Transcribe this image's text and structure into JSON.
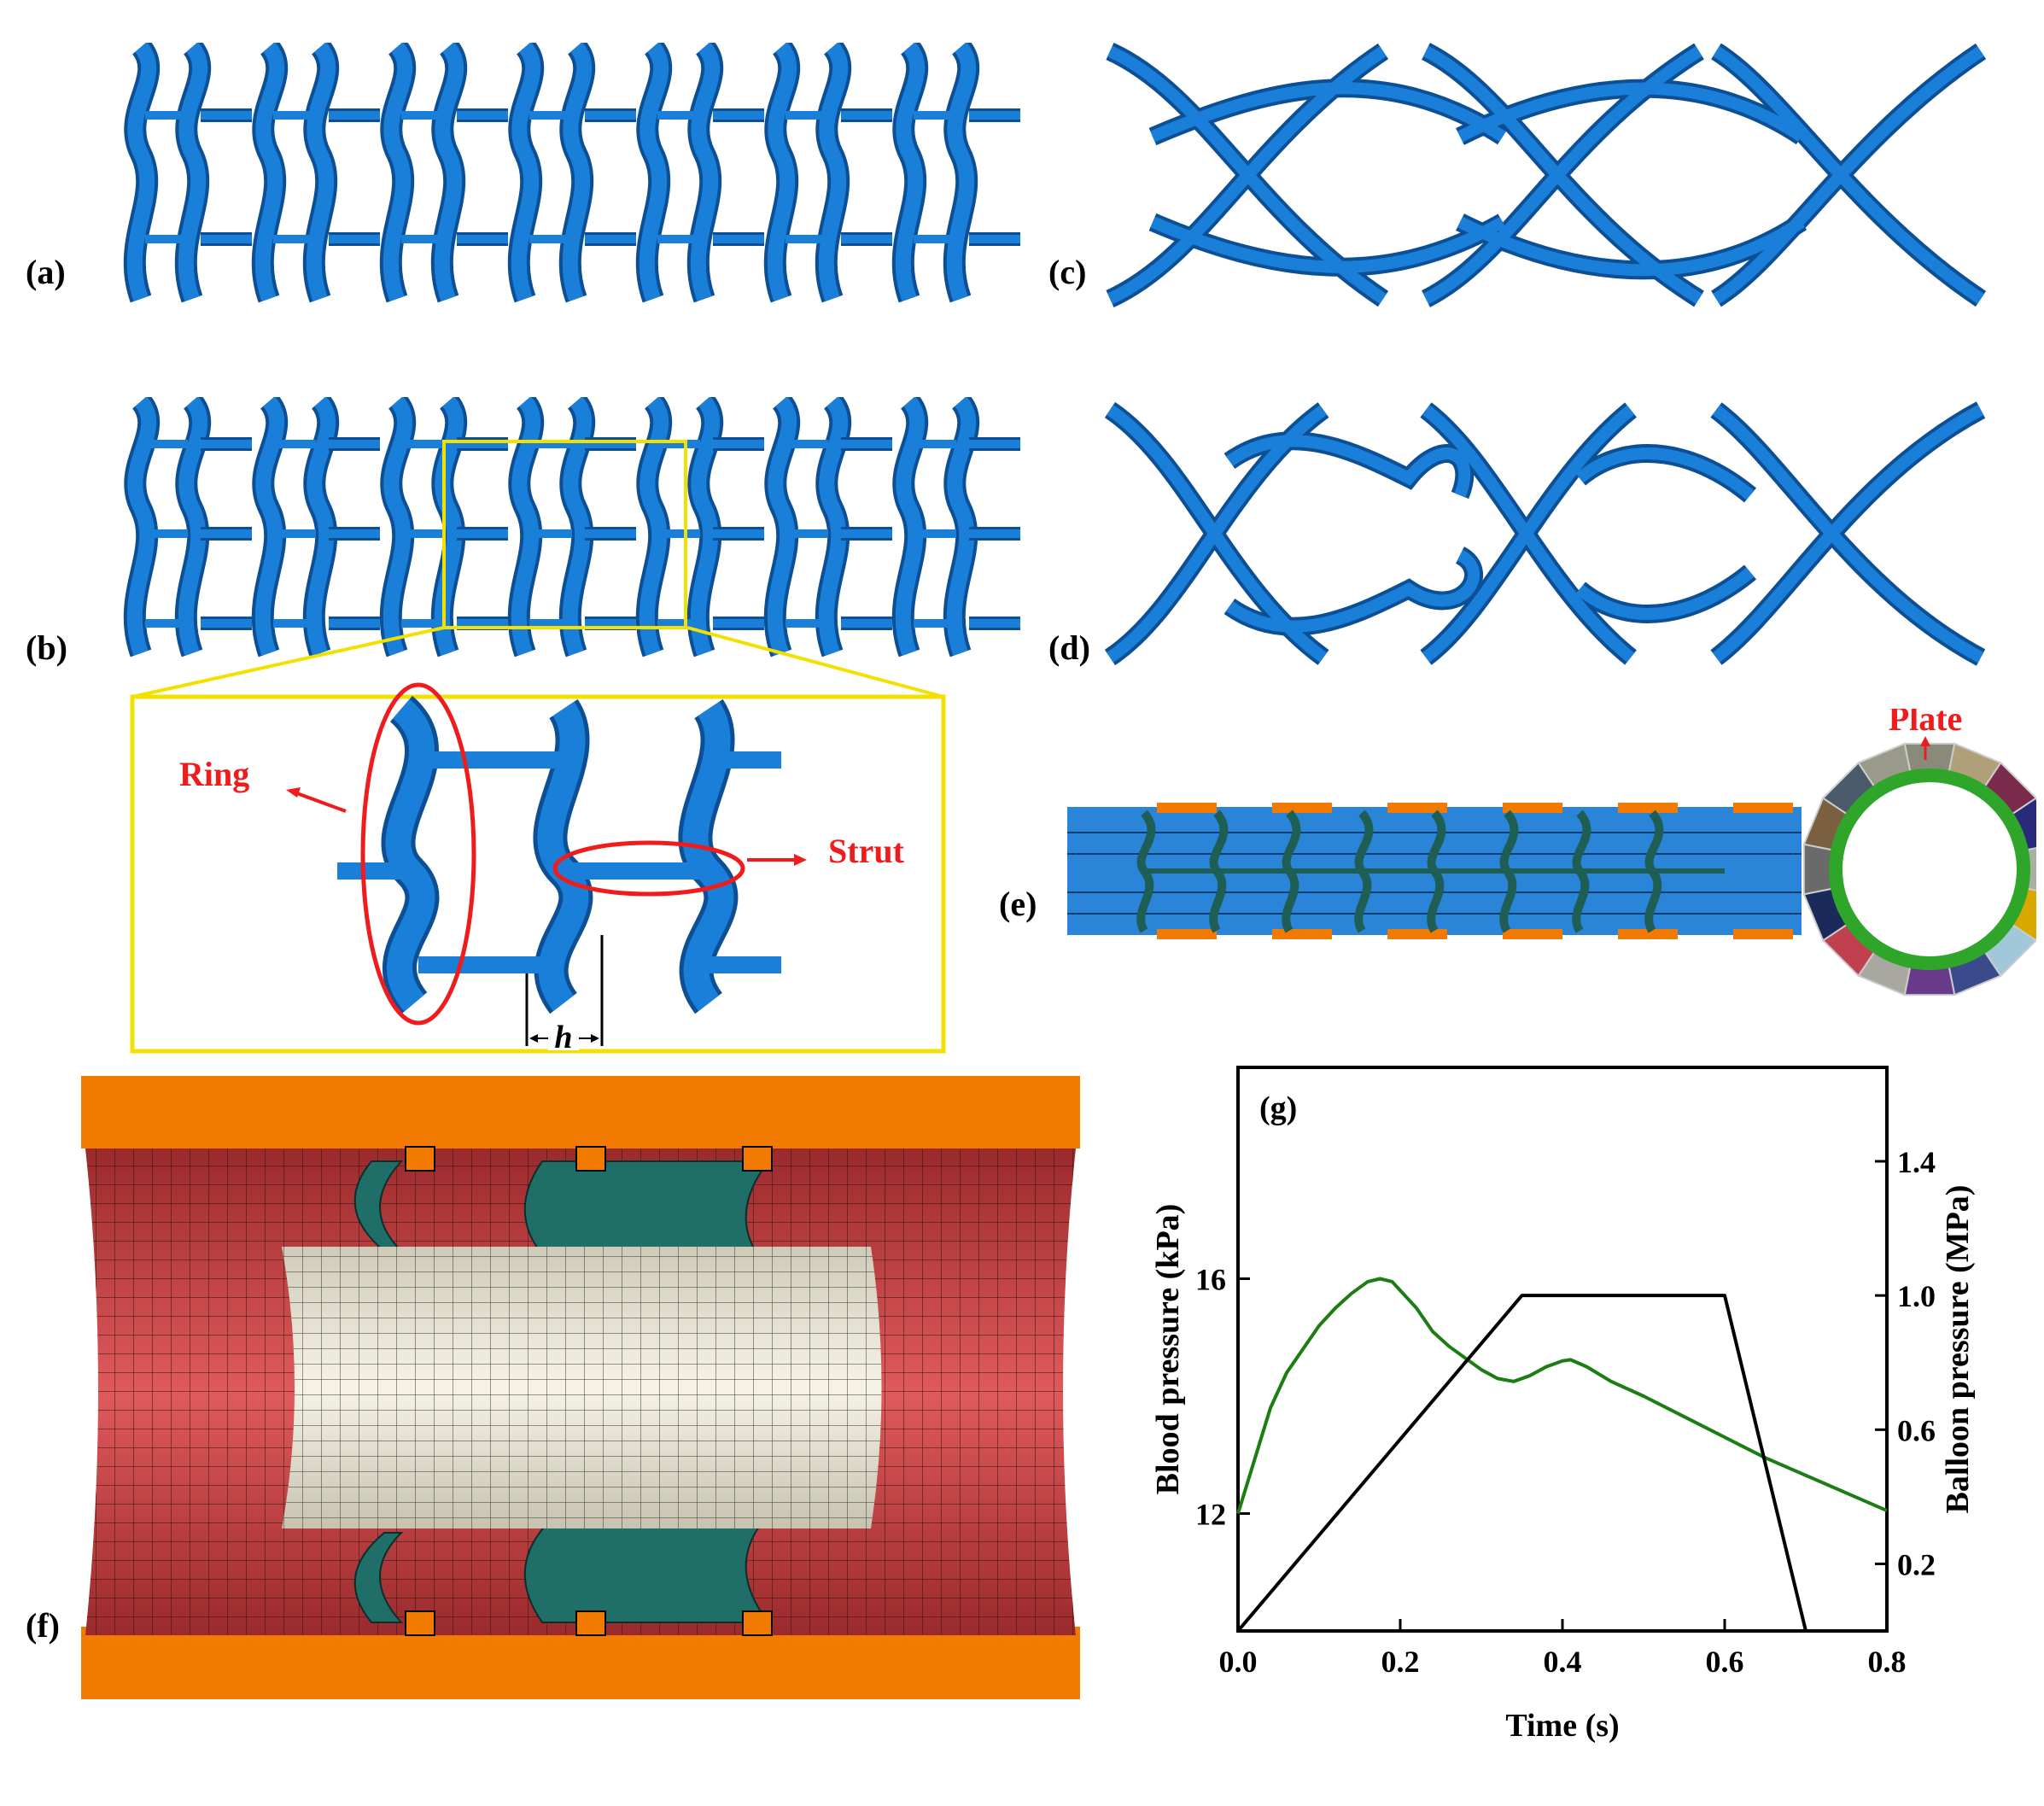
{
  "panels": {
    "a": "(a)",
    "b": "(b)",
    "c": "(c)",
    "d": "(d)",
    "e": "(e)",
    "f": "(f)",
    "g": "(g)"
  },
  "annotations": {
    "ring": "Ring",
    "strut": "Strut",
    "h": "h",
    "plate": "Plate"
  },
  "colors": {
    "stent_blue": "#1a7fd8",
    "stent_dark": "#0c4f95",
    "highlight_yellow": "#f2e000",
    "annotation_red": "#ee1c1c",
    "plate_orange": "#f27a00",
    "vessel_red": "#c0393c",
    "plaque_cream": "#ece8d8",
    "balloon_teal": "#1f6e68",
    "blood_curve": "#1c7d12",
    "balloon_curve": "#000000"
  },
  "chart_data": {
    "type": "line",
    "panel": "(g)",
    "xlabel": "Time (s)",
    "ylabel_left": "Blood pressure (kPa)",
    "ylabel_right": "Balloon pressure (MPa)",
    "x_ticks": [
      "0.0",
      "0.2",
      "0.4",
      "0.6",
      "0.8"
    ],
    "y_left_ticks": [
      "12",
      "16"
    ],
    "y_right_ticks": [
      "0.2",
      "0.6",
      "1.0",
      "1.4"
    ],
    "xlim": [
      0,
      0.8
    ],
    "ylim_left": [
      10,
      19.6
    ],
    "ylim_right": [
      0,
      1.68
    ],
    "series": [
      {
        "axis": "left",
        "color": "#1c7d12",
        "x": [
          0,
          0.02,
          0.04,
          0.06,
          0.08,
          0.1,
          0.12,
          0.14,
          0.16,
          0.175,
          0.19,
          0.2,
          0.22,
          0.24,
          0.26,
          0.28,
          0.3,
          0.32,
          0.34,
          0.36,
          0.38,
          0.4,
          0.41,
          0.43,
          0.46,
          0.5,
          0.55,
          0.6,
          0.65,
          0.7,
          0.75,
          0.8
        ],
        "y": [
          12.0,
          12.9,
          13.8,
          14.4,
          14.8,
          15.2,
          15.5,
          15.75,
          15.95,
          16.0,
          15.95,
          15.8,
          15.5,
          15.1,
          14.85,
          14.65,
          14.45,
          14.3,
          14.25,
          14.35,
          14.5,
          14.6,
          14.62,
          14.5,
          14.25,
          14.0,
          13.65,
          13.3,
          12.95,
          12.65,
          12.35,
          12.05
        ]
      },
      {
        "axis": "right",
        "color": "#000000",
        "x": [
          0,
          0.35,
          0.6,
          0.7
        ],
        "y": [
          0,
          1.0,
          1.0,
          0
        ]
      }
    ]
  }
}
